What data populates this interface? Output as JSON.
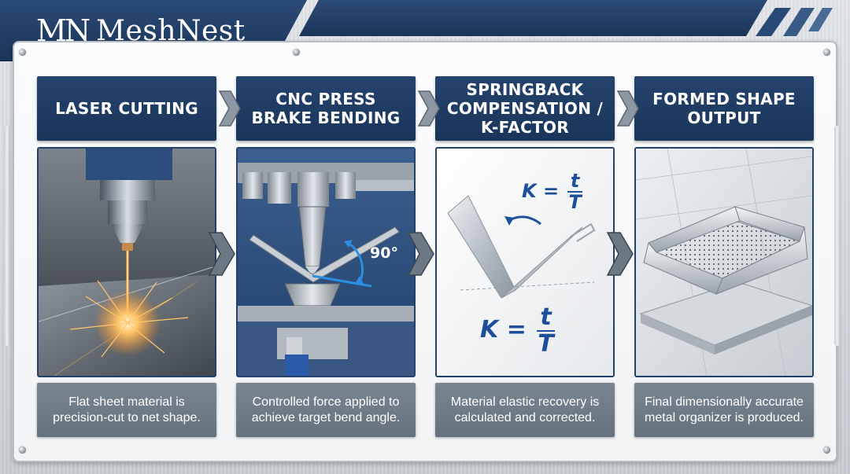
{
  "brand": {
    "logo_mark": "MN",
    "name": "MeshNest"
  },
  "stages": [
    {
      "title": "LASER CUTTING",
      "caption": "Flat sheet material is precision-cut to net shape."
    },
    {
      "title": "CNC PRESS BRAKE BENDING",
      "caption": "Controlled force applied to achieve target bend angle.",
      "angle_label": "90°"
    },
    {
      "title": "SPRINGBACK COMPENSATION / K-FACTOR",
      "caption": "Material elastic recovery is calculated and corrected.",
      "formula": {
        "lhs": "K =",
        "numerator": "t",
        "denominator": "T"
      }
    },
    {
      "title": "FORMED SHAPE OUTPUT",
      "caption": "Final dimensionally accurate metal organizer is produced."
    }
  ],
  "colors": {
    "navy": "#1f3c64",
    "caption_gray": "#6f7a87",
    "formula_blue": "#1e4f9a",
    "spark_orange": "#ffb347"
  },
  "icons": [
    "chevron-right-icon",
    "laser-head-icon",
    "press-brake-icon",
    "bent-sheet-icon",
    "metal-tray-icon"
  ]
}
